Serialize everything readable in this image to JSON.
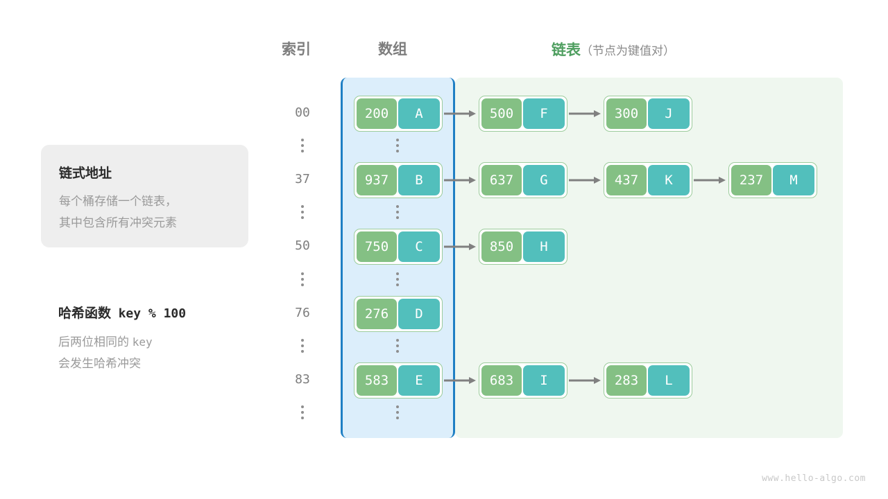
{
  "headers": {
    "index": "索引",
    "array": "数组",
    "list_strong": "链表",
    "list_sub": "（节点为键值对）"
  },
  "info_card": {
    "title": "链式地址",
    "body": "每个桶存储一个链表，\n其中包含所有冲突元素"
  },
  "hash_note": {
    "title_cn": "哈希函数",
    "title_expr": "key % 100",
    "body_line1_cn": "后两位相同的",
    "body_line1_mono": "key",
    "body_line2": "会发生哈希冲突"
  },
  "colors": {
    "array_panel_bg": "#dceefb",
    "array_panel_border": "#1f7fc4",
    "list_panel_bg": "#eff7ef",
    "node_border": "#9ccc9c",
    "key_box": "#84c084",
    "value_box": "#52bfbc",
    "arrow": "#808080",
    "header_gray": "#7d7d7d",
    "header_green": "#4e9e5f",
    "muted_text": "#9a9a9a"
  },
  "buckets": [
    {
      "index": "00",
      "nodes": [
        {
          "key": "200",
          "value": "A"
        },
        {
          "key": "500",
          "value": "F"
        },
        {
          "key": "300",
          "value": "J"
        }
      ]
    },
    {
      "index": "37",
      "nodes": [
        {
          "key": "937",
          "value": "B"
        },
        {
          "key": "637",
          "value": "G"
        },
        {
          "key": "437",
          "value": "K"
        },
        {
          "key": "237",
          "value": "M"
        }
      ]
    },
    {
      "index": "50",
      "nodes": [
        {
          "key": "750",
          "value": "C"
        },
        {
          "key": "850",
          "value": "H"
        }
      ]
    },
    {
      "index": "76",
      "nodes": [
        {
          "key": "276",
          "value": "D"
        }
      ]
    },
    {
      "index": "83",
      "nodes": [
        {
          "key": "583",
          "value": "E"
        },
        {
          "key": "683",
          "value": "I"
        },
        {
          "key": "283",
          "value": "L"
        }
      ]
    }
  ],
  "ellipsis_rows": 6,
  "watermark": "www.hello-algo.com"
}
